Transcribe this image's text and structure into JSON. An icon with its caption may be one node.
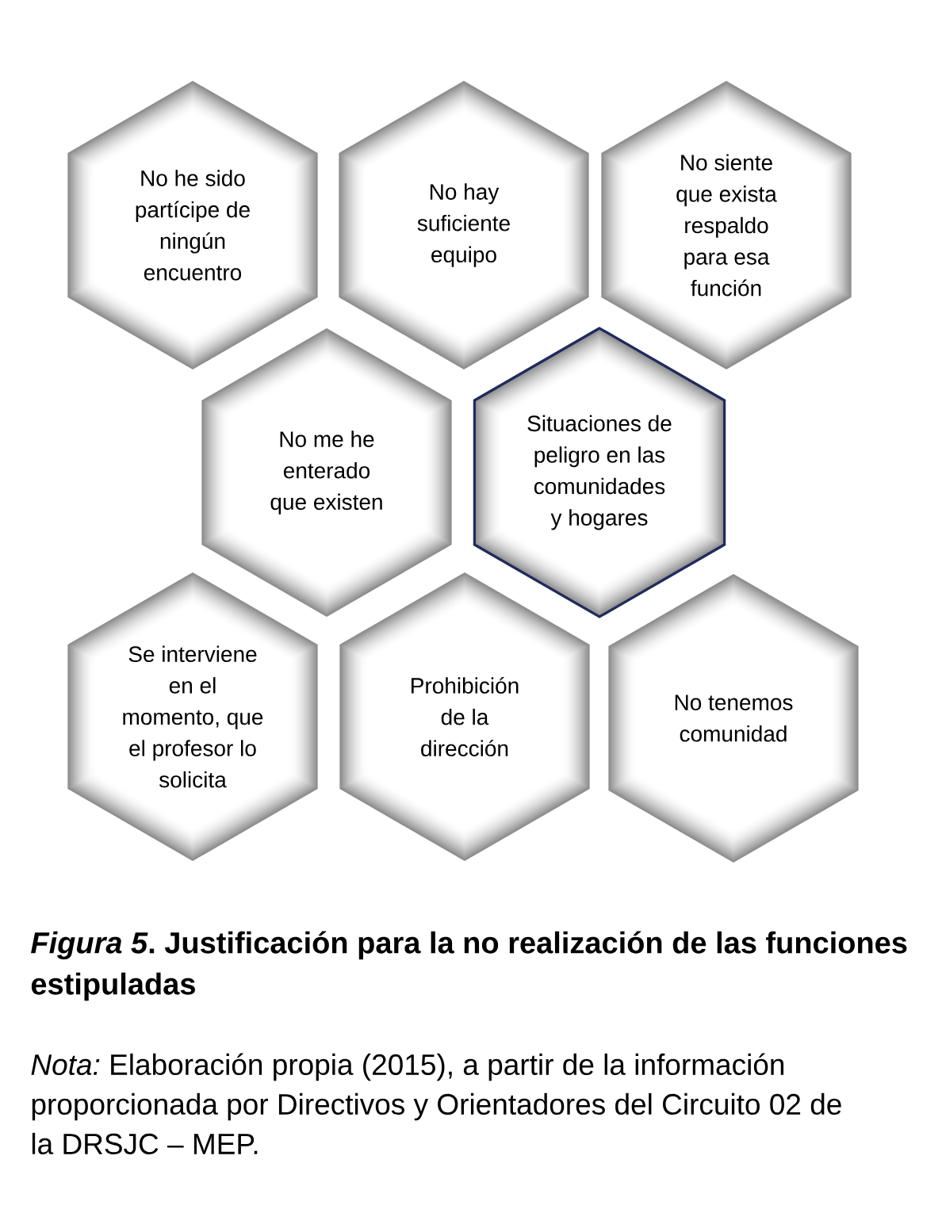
{
  "diagram": {
    "caption": "*Figura 5*. Justificación para la no realización de las funciones estipuladas",
    "nodes": [
      {
        "text": [
          "No he sido partícipe de ningún encuentro"
        ]
      },
      {
        "text": [
          "No hay suficiente equipo"
        ]
      },
      {
        "text": [
          "No siente que exista respaldo para esa función"
        ]
      },
      {
        "text": [
          "No me he enterado que existen"
        ]
      },
      {
        "text": [
          "Situaciones de peligro en las comunidades y hogares"
        ]
      },
      {
        "text": [
          "Se interviene en el momento, que el profesor lo solicita"
        ]
      },
      {
        "text": [
          "Prohibición de la dirección"
        ]
      },
      {
        "text": [
          "No tenemos comunidad"
        ]
      }
    ],
    "labels": [
      "*Nota:* Elaboración propia (2015), a partir de la información proporcionada por Directivos y Orientadores del Circuito 02 de la DRSJC – MEP."
    ]
  }
}
